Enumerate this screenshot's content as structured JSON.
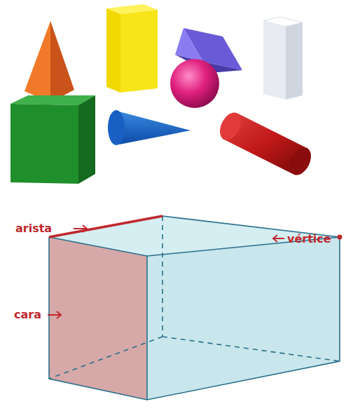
{
  "diagram": {
    "labels": [
      "arista",
      "vértice",
      "cara"
    ]
  }
}
